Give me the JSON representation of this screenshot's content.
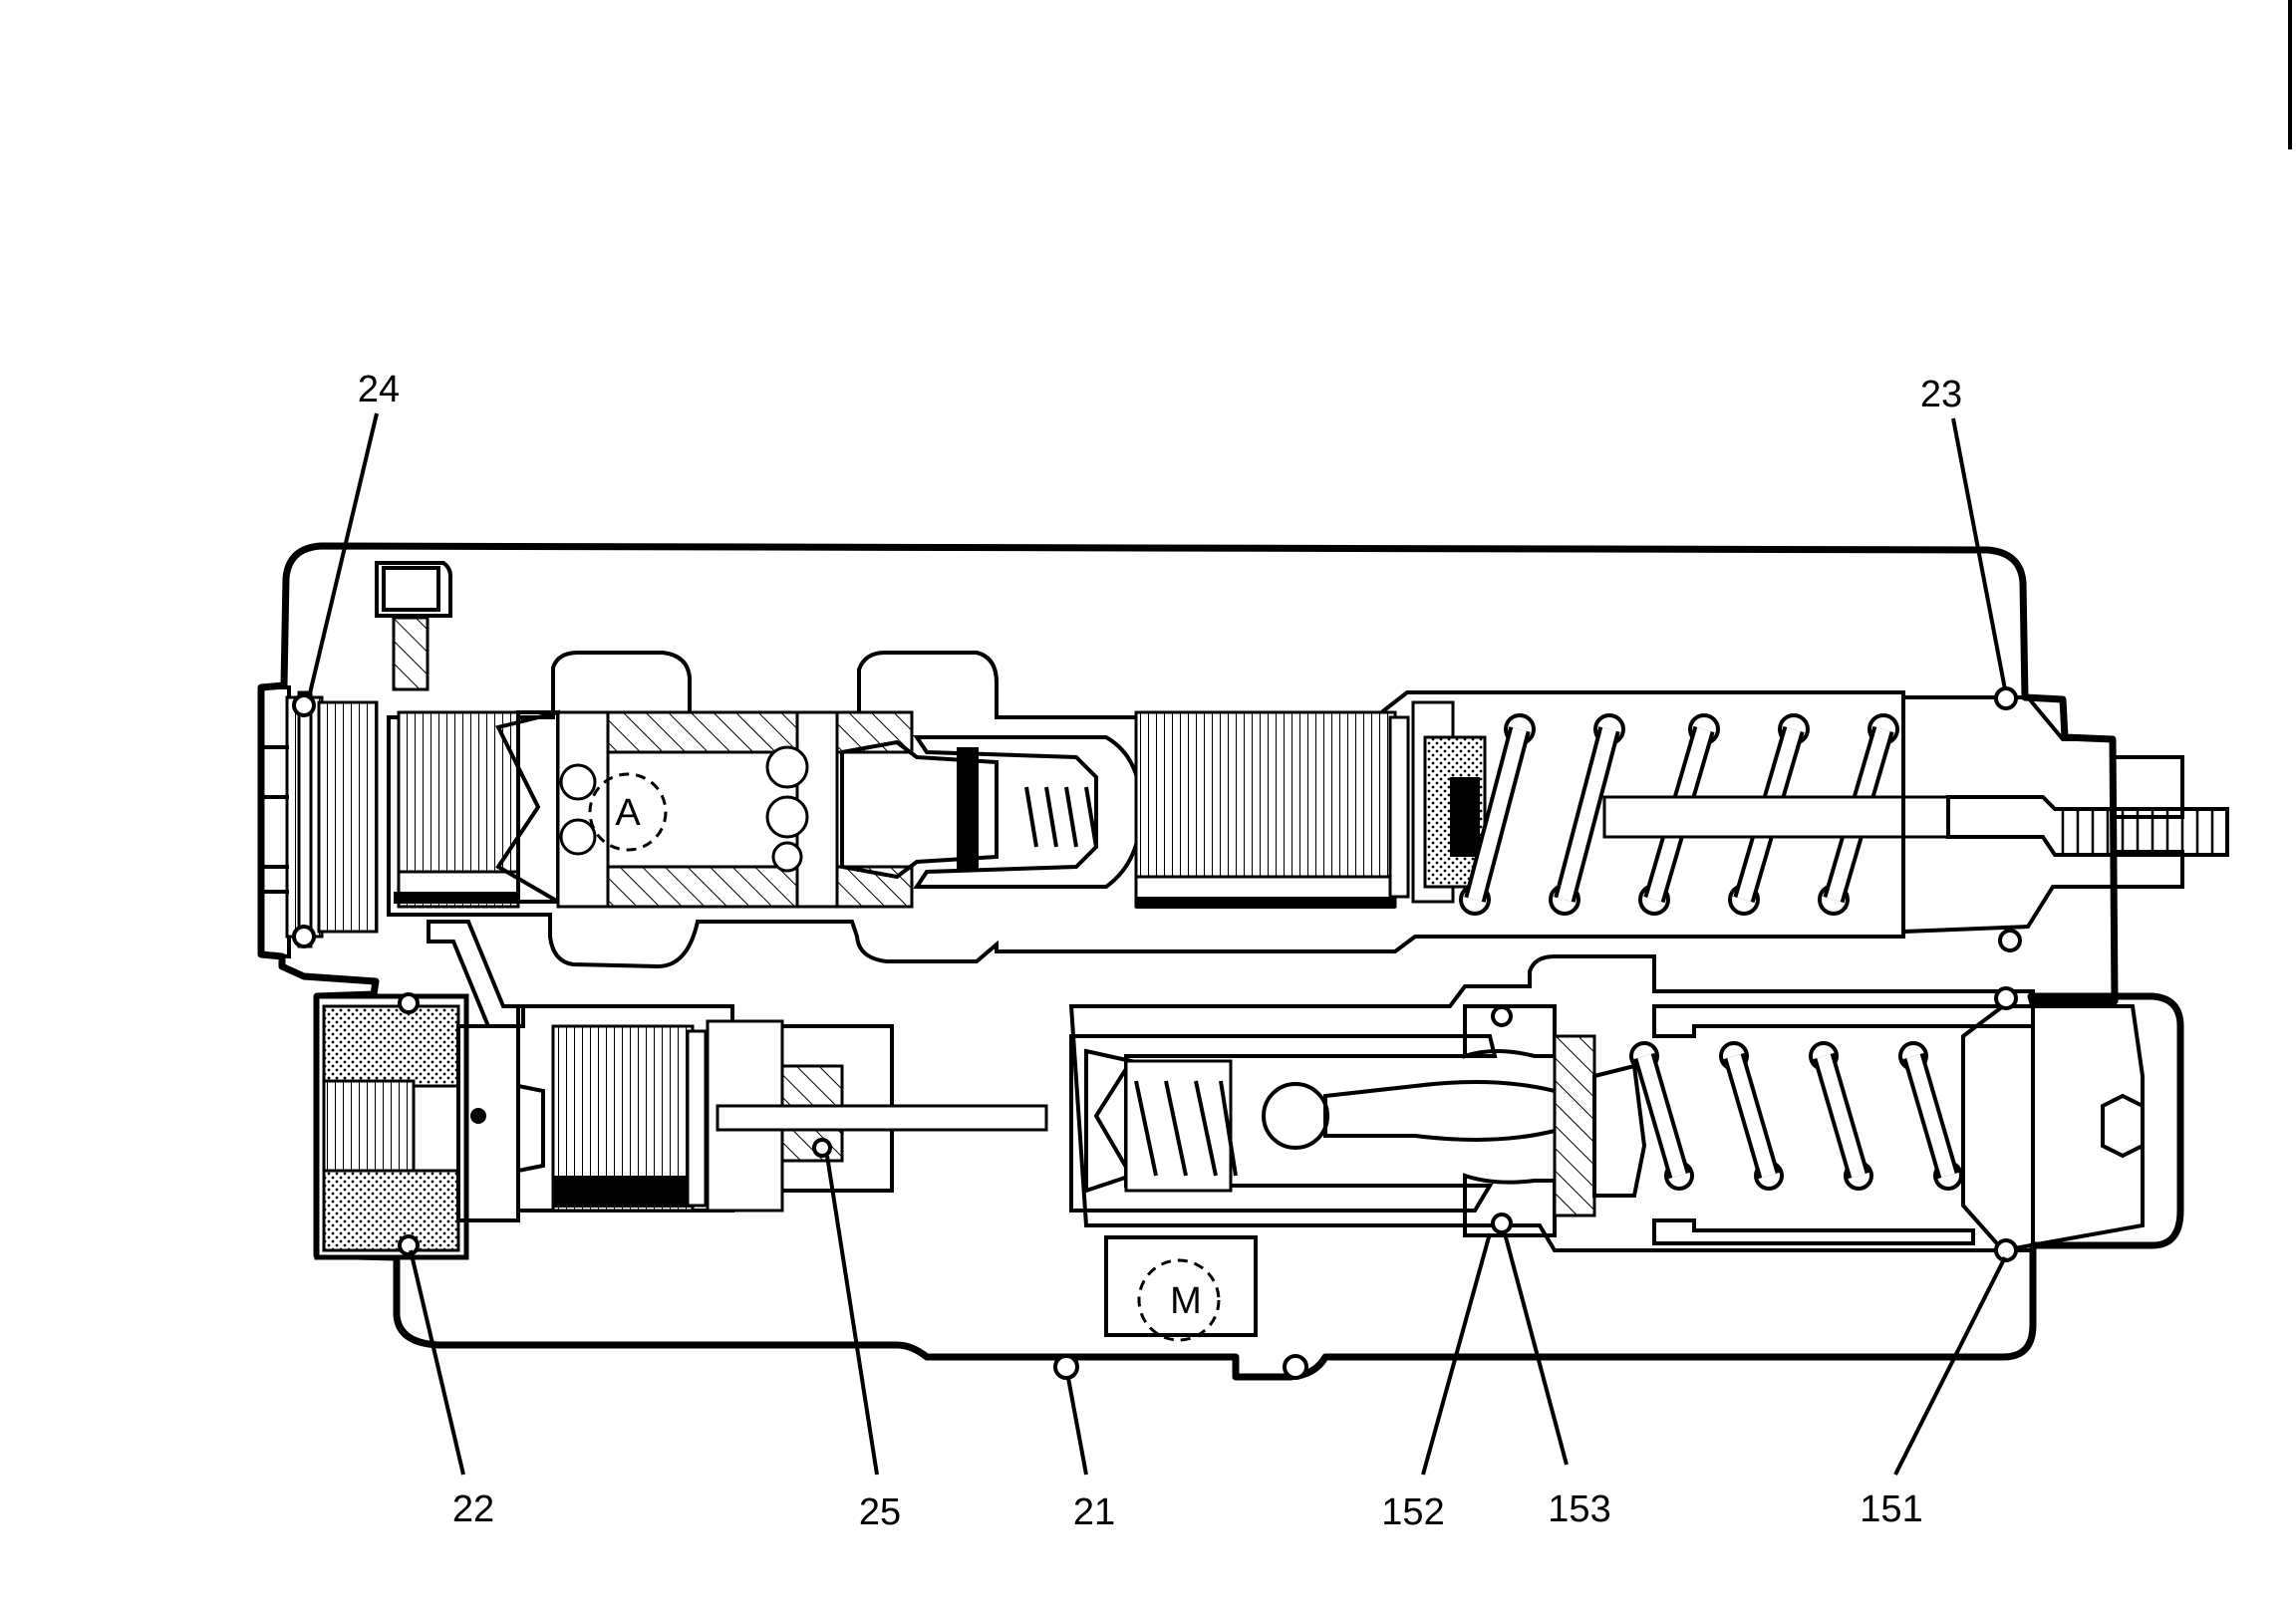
{
  "diagram": {
    "callouts": {
      "c24": "24",
      "c23": "23",
      "c22": "22",
      "c25": "25",
      "c21": "21",
      "c152": "152",
      "c153": "153",
      "c151": "151"
    },
    "port_labels": {
      "a": "A",
      "m": "M"
    }
  }
}
